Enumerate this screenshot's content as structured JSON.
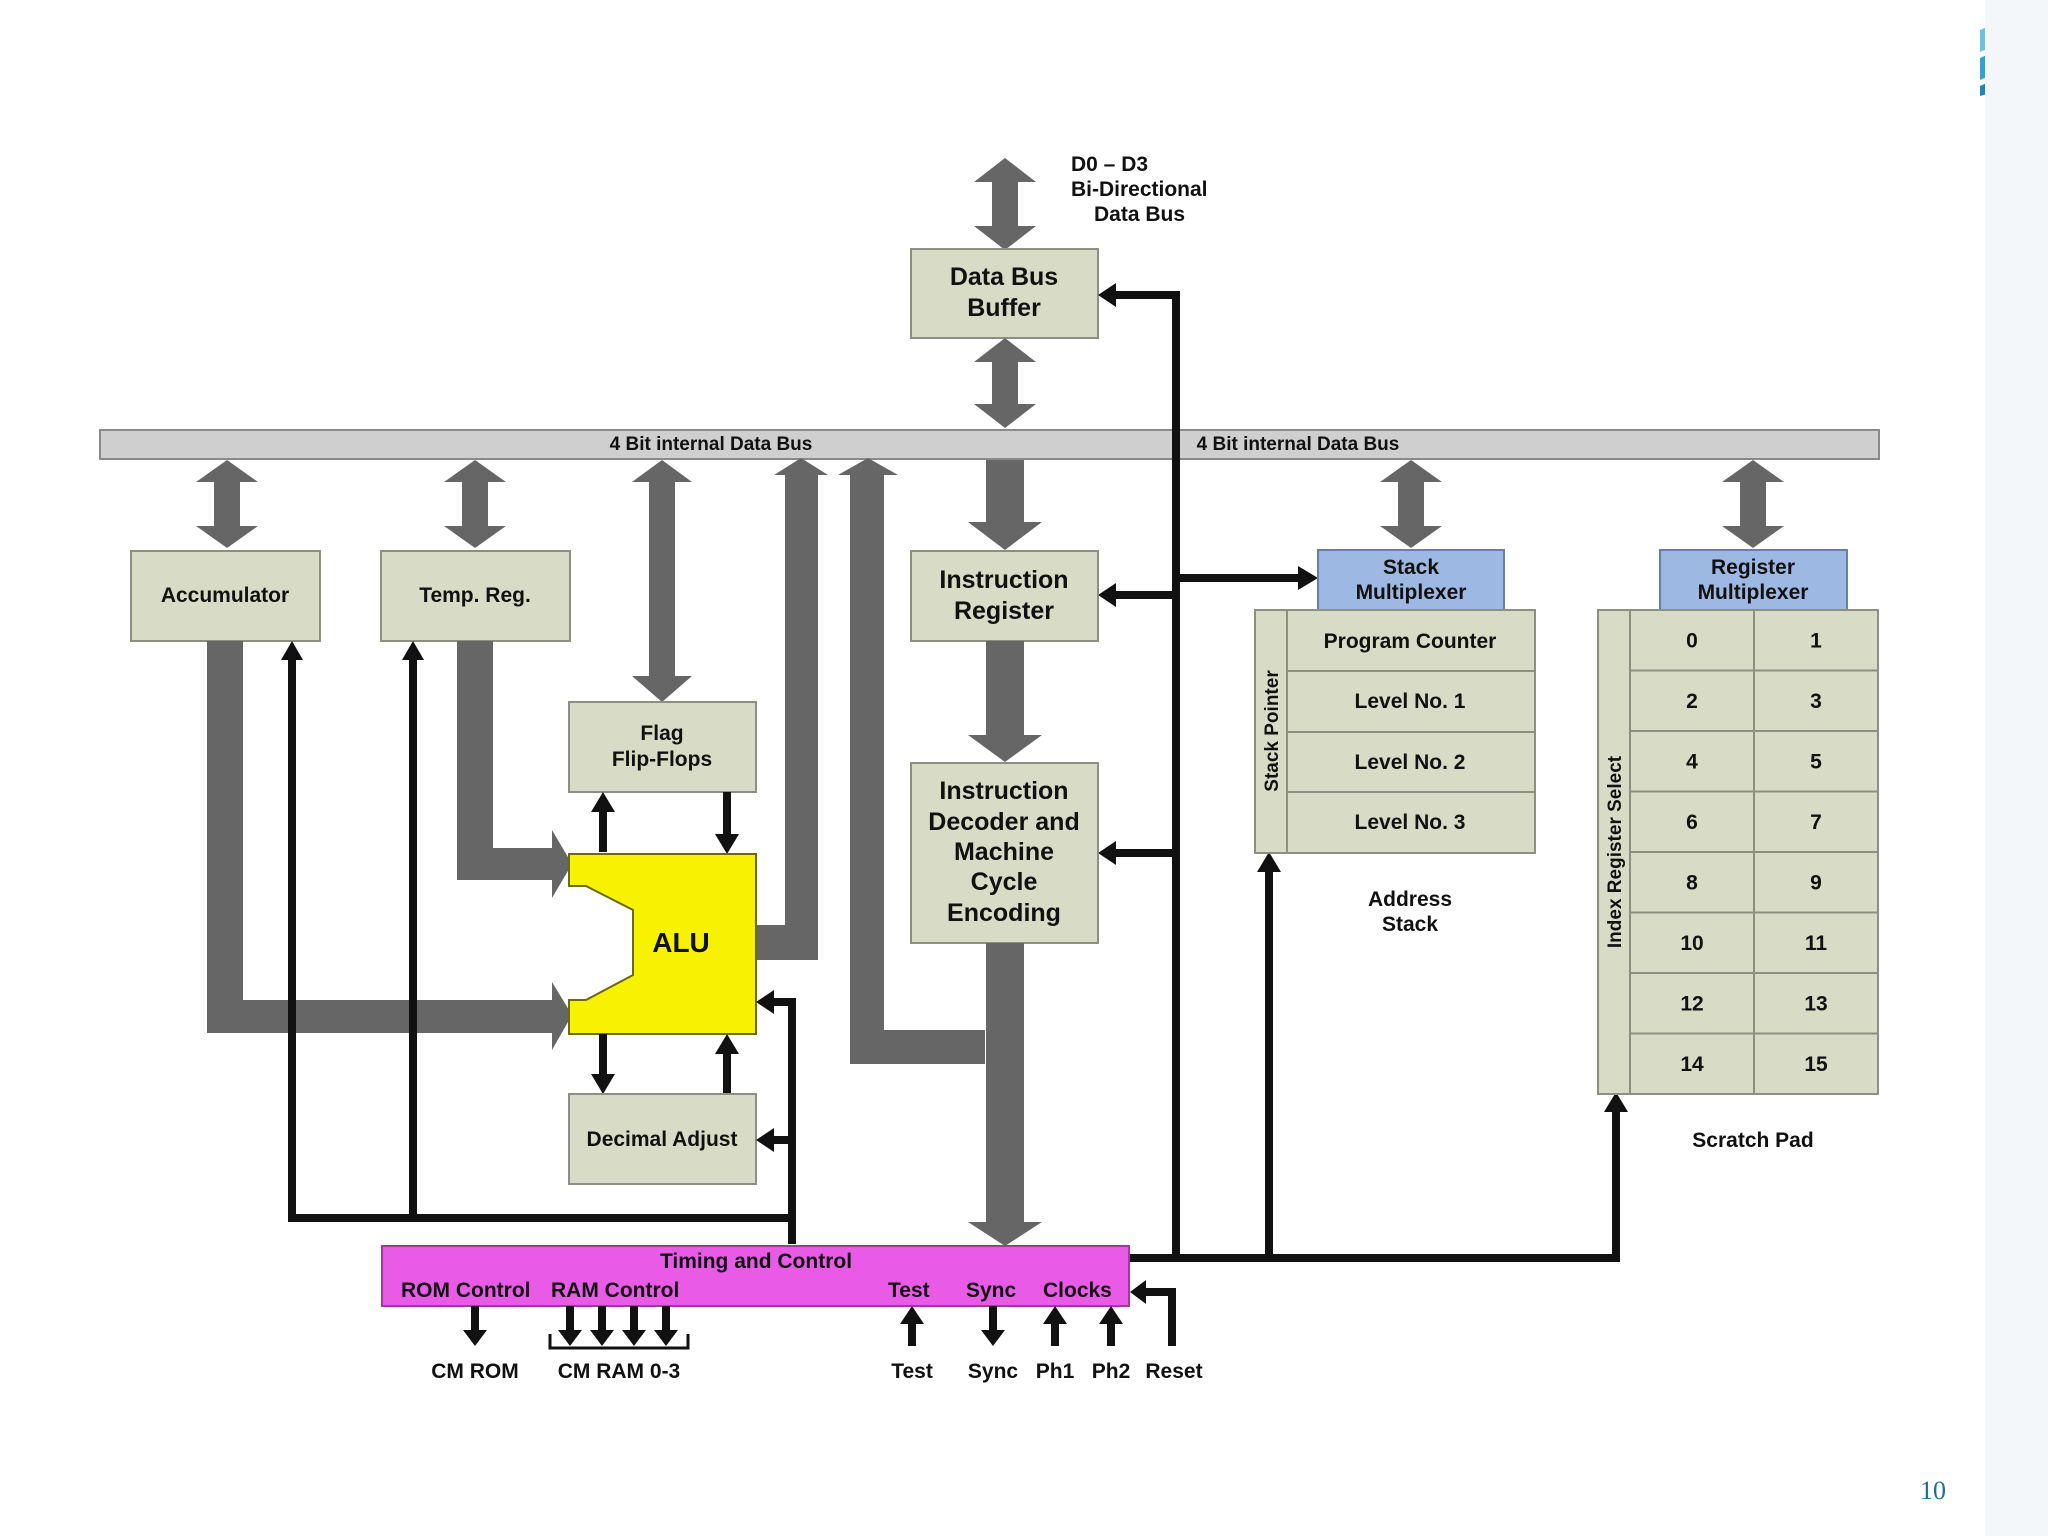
{
  "labels": {
    "data_bus_title_1": "D0 – D3",
    "data_bus_title_2": "Bi-Directional",
    "data_bus_title_3": "Data Bus",
    "data_bus_buffer_1": "Data Bus",
    "data_bus_buffer_2": "Buffer",
    "internal_bus_left": "4 Bit internal Data Bus",
    "internal_bus_right": "4 Bit internal Data Bus",
    "accumulator": "Accumulator",
    "temp_reg": "Temp. Reg.",
    "flag_1": "Flag",
    "flag_2": "Flip-Flops",
    "alu": "ALU",
    "decimal_adjust": "Decimal Adjust",
    "ir_1": "Instruction",
    "ir_2": "Register",
    "dec_1": "Instruction",
    "dec_2": "Decoder and",
    "dec_3": "Machine",
    "dec_4": "Cycle",
    "dec_5": "Encoding",
    "stack_mux_1": "Stack",
    "stack_mux_2": "Multiplexer",
    "stack_pointer": "Stack Pointer",
    "program_counter": "Program Counter",
    "level1": "Level No. 1",
    "level2": "Level No. 2",
    "level3": "Level No. 3",
    "address_stack_1": "Address",
    "address_stack_2": "Stack",
    "reg_mux_1": "Register",
    "reg_mux_2": "Multiplexer",
    "index_select": "Index Register Select",
    "scratch_pad": "Scratch Pad",
    "timing_title": "Timing and Control",
    "rom_control": "ROM Control",
    "ram_control": "RAM Control",
    "test_in": "Test",
    "sync_in": "Sync",
    "clocks_in": "Clocks",
    "cm_rom": "CM ROM",
    "cm_ram": "CM RAM 0-3",
    "test_pin": "Test",
    "sync_pin": "Sync",
    "ph1_pin": "Ph1",
    "ph2_pin": "Ph2",
    "reset_pin": "Reset"
  },
  "scratch_pad_cells": [
    "0",
    "1",
    "2",
    "3",
    "4",
    "5",
    "6",
    "7",
    "8",
    "9",
    "10",
    "11",
    "12",
    "13",
    "14",
    "15"
  ],
  "page_number": "10",
  "colors": {
    "box": "#d8dcc6",
    "mux": "#9db8e2",
    "alu": "#f7f200",
    "timing": "#e95be6",
    "bus_arrow": "#666666",
    "wire": "#111111",
    "accent": "#1d6f9a"
  }
}
